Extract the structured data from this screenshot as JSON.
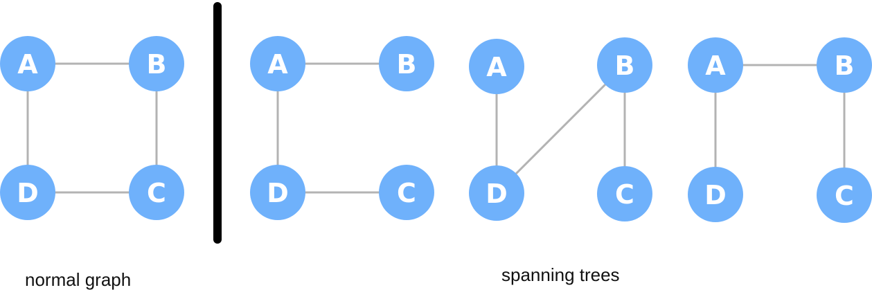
{
  "graphs": [
    {
      "id": "normal",
      "nodes": [
        "A",
        "B",
        "C",
        "D"
      ],
      "edges": [
        [
          "A",
          "B"
        ],
        [
          "B",
          "C"
        ],
        [
          "C",
          "D"
        ],
        [
          "D",
          "A"
        ]
      ]
    },
    {
      "id": "spanning-1",
      "nodes": [
        "A",
        "B",
        "C",
        "D"
      ],
      "edges": [
        [
          "A",
          "B"
        ],
        [
          "A",
          "D"
        ],
        [
          "D",
          "C"
        ]
      ]
    },
    {
      "id": "spanning-2",
      "nodes": [
        "A",
        "B",
        "C",
        "D"
      ],
      "edges": [
        [
          "A",
          "D"
        ],
        [
          "D",
          "B"
        ],
        [
          "B",
          "C"
        ]
      ]
    },
    {
      "id": "spanning-3",
      "nodes": [
        "A",
        "B",
        "C",
        "D"
      ],
      "edges": [
        [
          "A",
          "B"
        ],
        [
          "A",
          "D"
        ],
        [
          "B",
          "C"
        ]
      ]
    }
  ],
  "captions": {
    "normal_graph": "normal graph",
    "spanning_trees": "spanning trees"
  },
  "colors": {
    "node_fill": "#6fb1fb",
    "node_text": "#ffffff",
    "edge": "#b3b3b3",
    "divider": "#000000"
  }
}
